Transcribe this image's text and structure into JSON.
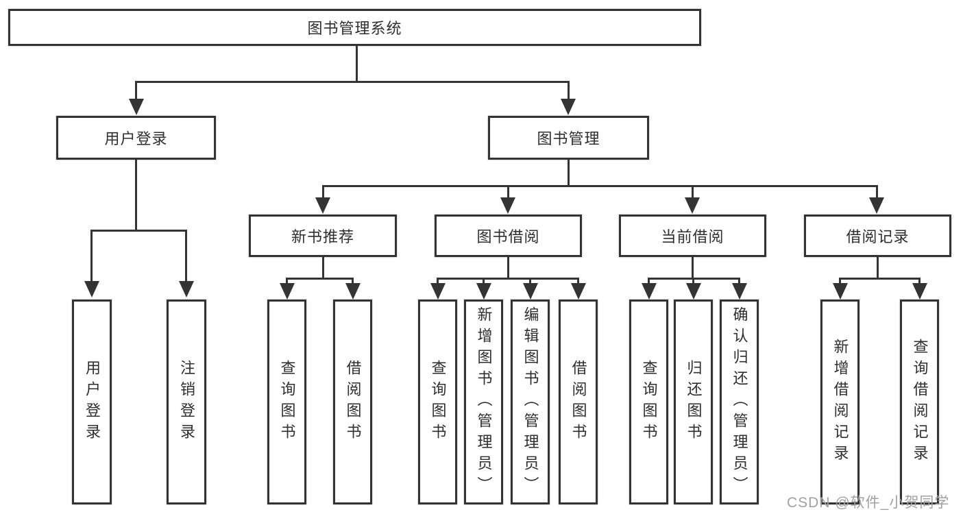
{
  "tree": {
    "label": "图书管理系统",
    "children": [
      {
        "label": "用户登录",
        "children": [
          {
            "label": "用户登录"
          },
          {
            "label": "注销登录"
          }
        ]
      },
      {
        "label": "图书管理",
        "children": [
          {
            "label": "新书推荐",
            "children": [
              {
                "label": "查询图书"
              },
              {
                "label": "借阅图书"
              }
            ]
          },
          {
            "label": "图书借阅",
            "children": [
              {
                "label": "查询图书"
              },
              {
                "label": "新增图书（管理员）"
              },
              {
                "label": "编辑图书（管理员）"
              },
              {
                "label": "借阅图书"
              }
            ]
          },
          {
            "label": "当前借阅",
            "children": [
              {
                "label": "查询图书"
              },
              {
                "label": "归还图书"
              },
              {
                "label": "确认归还（管理员）"
              }
            ]
          },
          {
            "label": "借阅记录",
            "children": [
              {
                "label": "新增借阅记录"
              },
              {
                "label": "查询借阅记录"
              }
            ]
          }
        ]
      }
    ]
  },
  "watermark": "CSDN @软件_小贺同学",
  "colors": {
    "line": "#343434",
    "border": "#333333",
    "text": "#2e2e2e",
    "watermark_text": "#a0a0a0",
    "background": "#ffffff"
  }
}
